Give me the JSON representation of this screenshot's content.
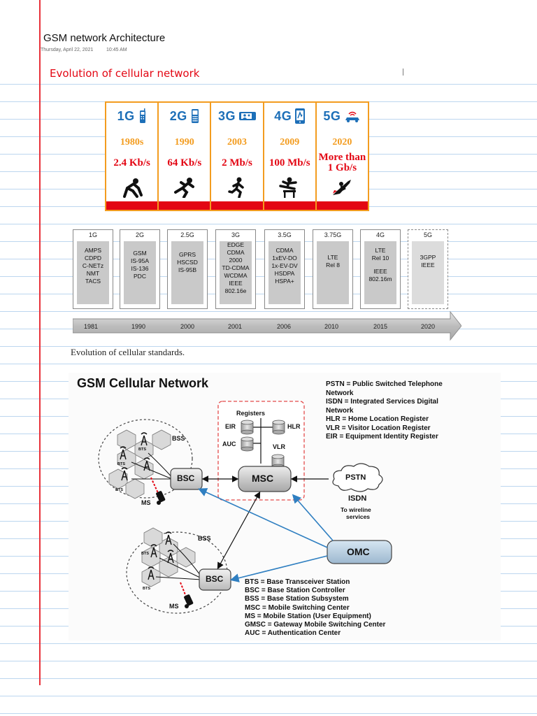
{
  "page": {
    "title": "GSM network Architecture",
    "date": "Thursday, April 22, 2021",
    "time": "10:45 AM"
  },
  "section": {
    "heading": "Evolution of cellular network"
  },
  "generations": [
    {
      "name": "1G",
      "year": "1980s",
      "speed": "2.4 Kb/s",
      "icon": "mobile-phone-icon",
      "runner": "crouching-runner-icon"
    },
    {
      "name": "2G",
      "year": "1990",
      "speed": "64 Kb/s",
      "icon": "keypad-phone-icon",
      "runner": "sprinting-runner-icon"
    },
    {
      "name": "3G",
      "year": "2003",
      "speed": "2 Mb/s",
      "icon": "video-call-icon",
      "runner": "running-person-icon"
    },
    {
      "name": "4G",
      "year": "2009",
      "speed": "100 Mb/s",
      "icon": "smartphone-icon",
      "runner": "hurdler-icon"
    },
    {
      "name": "5G",
      "year": "2020",
      "speed_line1": "More than",
      "speed_line2": "1 Gb/s",
      "icon": "connected-car-icon",
      "runner": "rocket-rider-icon"
    }
  ],
  "standards": {
    "columns": [
      {
        "gen": "1G",
        "items": [
          "AMPS",
          "CDPD",
          "C-NETz",
          "NMT",
          "TACS"
        ],
        "year": "1981"
      },
      {
        "gen": "2G",
        "items": [
          "GSM",
          "IS-95A",
          "IS-136",
          "PDC"
        ],
        "year": "1990"
      },
      {
        "gen": "2.5G",
        "items": [
          "GPRS",
          "HSCSD",
          "IS-95B"
        ],
        "year": "2000"
      },
      {
        "gen": "3G",
        "items": [
          "EDGE",
          "CDMA",
          "2000",
          "TD-CDMA",
          "WCDMA",
          "IEEE",
          "802.16e"
        ],
        "year": "2001"
      },
      {
        "gen": "3.5G",
        "items": [
          "CDMA",
          "1xEV-DO",
          "1x-EV-DV",
          "HSDPA",
          "HSPA+"
        ],
        "year": "2006"
      },
      {
        "gen": "3.75G",
        "items": [
          "LTE",
          "Rel 8"
        ],
        "year": "2010"
      },
      {
        "gen": "4G",
        "items": [
          "LTE",
          "Rel 10",
          "",
          "IEEE",
          "802.16m"
        ],
        "year": "2015"
      },
      {
        "gen": "5G",
        "items": [
          "3GPP",
          "IEEE"
        ],
        "year": "2020"
      }
    ],
    "caption": "Evolution of cellular standards."
  },
  "gsm": {
    "title": "GSM Cellular Network",
    "legend_top": [
      "PSTN = Public Switched Telephone",
      "Network",
      "ISDN = Integrated Services Digital",
      "Network",
      "HLR = Home Location Register",
      "VLR = Visitor Location Register",
      "EIR = Equipment Identity Register"
    ],
    "legend_bottom": [
      "BTS = Base Transceiver Station",
      "BSC = Base Station Controller",
      "BSS = Base Station Subsystem",
      "MSC = Mobile Switching Center",
      "MS = Mobile Station (User Equipment)",
      "GMSC = Gateway Mobile Switching Center",
      "AUC = Authentication Center"
    ],
    "registers_label": "Registers",
    "eir": "EIR",
    "hlr": "HLR",
    "auc": "AUC",
    "vlr": "VLR",
    "msc": "MSC",
    "bsc": "BSC",
    "bss": "BSS",
    "bts": "BTS",
    "ms": "MS",
    "pstn": "PSTN",
    "isdn": "ISDN",
    "wireline_1": "To wireline",
    "wireline_2": "services",
    "omc": "OMC"
  },
  "colors": {
    "accent_red": "#e30613",
    "table_orange": "#f39c1f",
    "gen_blue": "#1d6fb8",
    "link_blue": "#2f7fc1"
  }
}
